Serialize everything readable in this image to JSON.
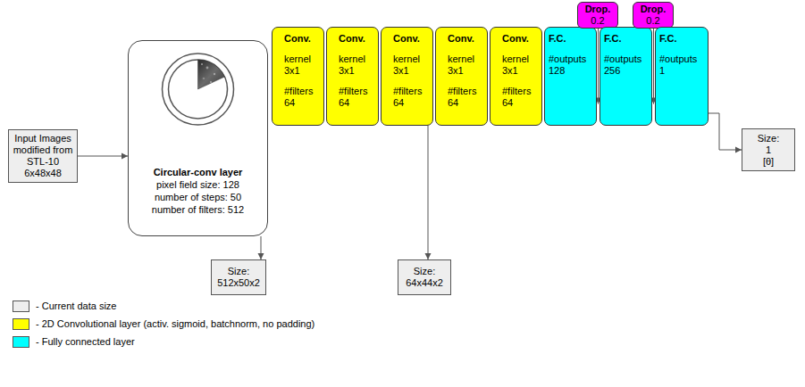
{
  "diagram": {
    "nodes": [
      {
        "text": [
          "Input Images modified from STL-10",
          "6x48x48"
        ]
      },
      {
        "text": [
          "Circular-conv layer",
          "pixel field size: 128",
          "number of steps: 50",
          "number of filters: 512"
        ]
      },
      {
        "text": [
          "Conv.",
          "kernel 3x1",
          "#filters 64"
        ]
      },
      {
        "text": [
          "Conv.",
          "kernel 3x1",
          "#filters 64"
        ]
      },
      {
        "text": [
          "Conv.",
          "kernel 3x1",
          "#filters 64"
        ]
      },
      {
        "text": [
          "Conv.",
          "kernel 3x1",
          "#filters 64"
        ]
      },
      {
        "text": [
          "Conv.",
          "kernel 3x1",
          "#filters 64"
        ]
      },
      {
        "text": [
          "F.C.",
          "#outputs 128"
        ]
      },
      {
        "text": [
          "Drop.",
          "0.2"
        ]
      },
      {
        "text": [
          "F.C.",
          "#outputs 256"
        ]
      },
      {
        "text": [
          "Drop.",
          "0.2"
        ]
      },
      {
        "text": [
          "F.C.",
          "#outputs 1"
        ]
      },
      {
        "text": [
          "Size:",
          "1",
          "[θ]"
        ]
      },
      {
        "text": [
          "Size:",
          "512x50x2"
        ]
      },
      {
        "text": [
          "Size:",
          "64x44x2"
        ]
      }
    ],
    "edges": [
      {
        "from": 0,
        "to": 1,
        "arrow": "to"
      },
      {
        "from": 1,
        "to": 13,
        "arrow": "to"
      },
      {
        "from": 4,
        "to": 14,
        "arrow": "to"
      },
      {
        "from": 8,
        "to": 9,
        "arrow": "to"
      },
      {
        "from": 10,
        "to": 11,
        "arrow": "to"
      },
      {
        "from": 11,
        "to": 12,
        "arrow": "to"
      }
    ],
    "legend": [
      {
        "text": "- Current data size",
        "color": "#eeeeee"
      },
      {
        "text": "- 2D Convolutional layer (activ. sigmoid, batchnorm, no padding)",
        "color": "#ffff00"
      },
      {
        "text": "- Fully connected layer",
        "color": "#00ffff"
      }
    ]
  }
}
